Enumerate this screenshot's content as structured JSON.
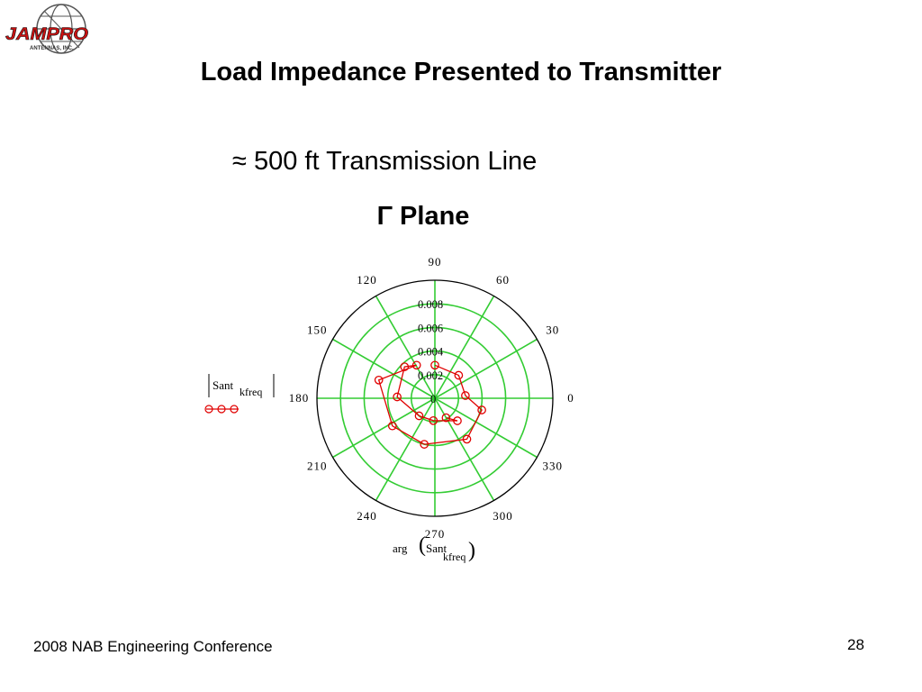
{
  "logo": {
    "brand": "JAMPRO",
    "sub": "ANTENNAS, INC."
  },
  "slide": {
    "title": "Load Impedance Presented to Transmitter",
    "subtitle": "≈ 500 ft Transmission Line",
    "plane_label": "Γ Plane"
  },
  "footer": {
    "conference": "2008 NAB Engineering Conference",
    "page_number": "28"
  },
  "chart_data": {
    "type": "polar",
    "radial_ticks": [
      "0",
      "0.002",
      "0.004",
      "0.006",
      "0.008"
    ],
    "radial_range": [
      0,
      0.01
    ],
    "angle_ticks_deg": [
      0,
      30,
      60,
      90,
      120,
      150,
      180,
      210,
      240,
      270,
      300,
      330
    ],
    "grid": true,
    "legend": {
      "placement": "left",
      "label_main": "Sant",
      "label_sub": "kfreq",
      "marker": "circle"
    },
    "axis_label": {
      "main": "arg",
      "arg": "Sant",
      "sub": "kfreq"
    },
    "colors": {
      "grid": "#33cc33",
      "series": "#e00000",
      "frame": "#000000"
    },
    "series": [
      {
        "points": [
          {
            "theta_deg": 90,
            "r": 0.0028
          },
          {
            "theta_deg": 44,
            "r": 0.0028
          },
          {
            "theta_deg": 5,
            "r": 0.0026
          },
          {
            "theta_deg": -14,
            "r": 0.0041
          },
          {
            "theta_deg": -52,
            "r": 0.0044
          },
          {
            "theta_deg": -103,
            "r": 0.004
          },
          {
            "theta_deg": -147,
            "r": 0.0043
          },
          {
            "theta_deg": 162,
            "r": 0.005
          },
          {
            "theta_deg": 119,
            "r": 0.0032
          },
          {
            "theta_deg": 134,
            "r": 0.0037
          },
          {
            "theta_deg": 178,
            "r": 0.0032
          },
          {
            "theta_deg": -132,
            "r": 0.002
          },
          {
            "theta_deg": -94,
            "r": 0.0019
          },
          {
            "theta_deg": -45,
            "r": 0.0027
          },
          {
            "theta_deg": -60,
            "r": 0.0019
          }
        ]
      }
    ]
  }
}
